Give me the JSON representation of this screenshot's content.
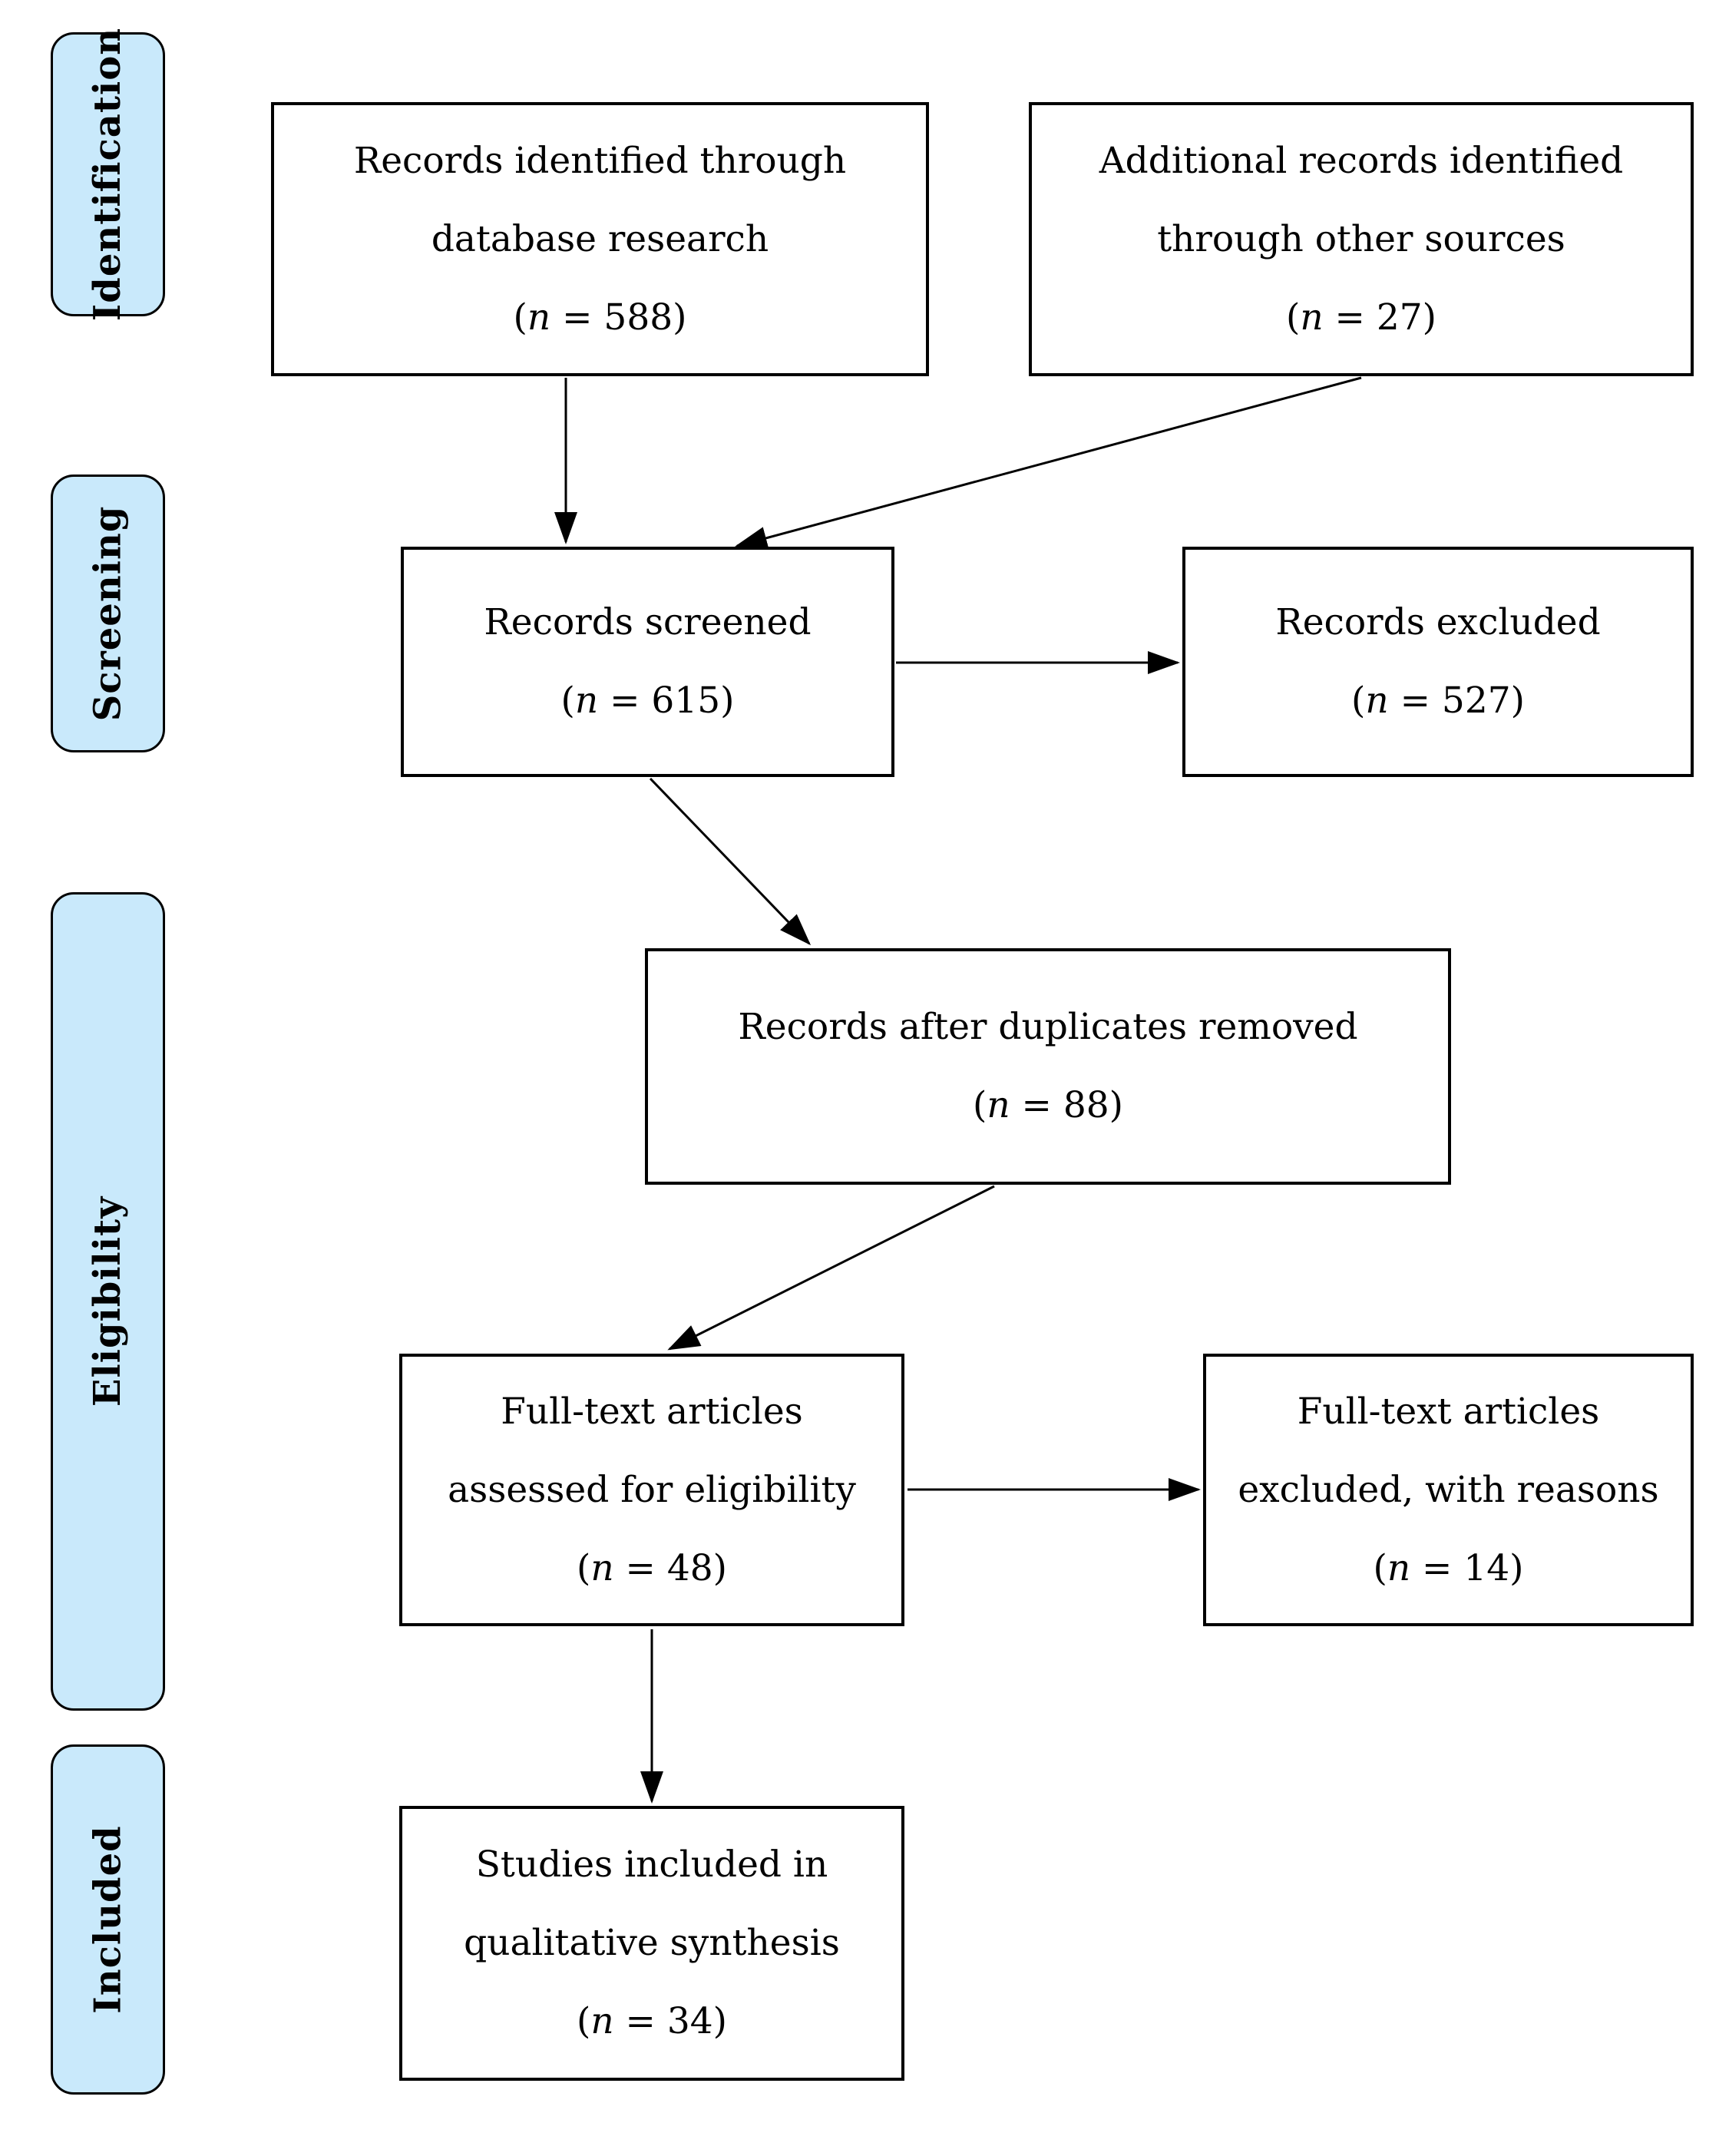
{
  "palette": {
    "stage_fill": "#C9E9FB",
    "box_fill": "#FFFFFF",
    "line_color": "#000000",
    "text_color": "#000000"
  },
  "stages": [
    {
      "id": "identification",
      "label": "Identification"
    },
    {
      "id": "screening",
      "label": "Screening"
    },
    {
      "id": "eligibility",
      "label": "Eligibility"
    },
    {
      "id": "included",
      "label": "Included"
    }
  ],
  "boxes": {
    "identified": {
      "lines": [
        "Records identified through",
        "database research"
      ],
      "n": {
        "open": "(",
        "var": "n",
        "rest": " = 588)"
      }
    },
    "additional": {
      "lines": [
        "Additional records identified",
        "through other sources"
      ],
      "n": {
        "open": "(",
        "var": "n",
        "rest": " = 27)"
      }
    },
    "screened": {
      "lines": [
        "Records screened"
      ],
      "n": {
        "open": "(",
        "var": "n",
        "rest": " = 615)"
      }
    },
    "excluded": {
      "lines": [
        "Records excluded"
      ],
      "n": {
        "open": "(",
        "var": "n",
        "rest": " = 527)"
      }
    },
    "deduplicated": {
      "lines": [
        "Records after duplicates removed"
      ],
      "n": {
        "open": "(",
        "var": "n",
        "rest": " = 88)"
      }
    },
    "fulltext": {
      "lines": [
        "Full-text articles",
        "assessed for eligibility"
      ],
      "n": {
        "open": "(",
        "var": "n",
        "rest": " = 48)"
      }
    },
    "fulltext_excluded": {
      "lines": [
        "Full-text articles",
        "excluded, with reasons"
      ],
      "n": {
        "open": "(",
        "var": "n",
        "rest": " = 14)"
      }
    },
    "included_studies": {
      "lines": [
        "Studies included in",
        "qualitative synthesis"
      ],
      "n": {
        "open": "(",
        "var": "n",
        "rest": " = 34)"
      }
    }
  },
  "flow": [
    {
      "from": "identified",
      "to": "screened"
    },
    {
      "from": "additional",
      "to": "screened"
    },
    {
      "from": "screened",
      "to": "excluded"
    },
    {
      "from": "screened",
      "to": "deduplicated"
    },
    {
      "from": "deduplicated",
      "to": "fulltext"
    },
    {
      "from": "fulltext",
      "to": "fulltext_excluded"
    },
    {
      "from": "fulltext",
      "to": "included_studies"
    }
  ]
}
